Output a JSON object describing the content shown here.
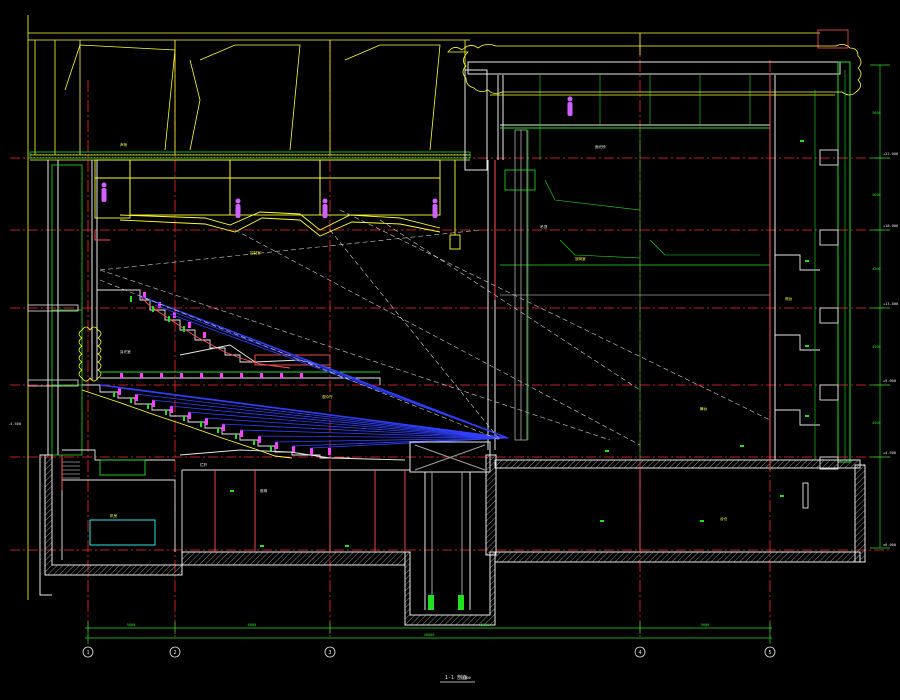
{
  "drawing": {
    "title": "1-1 剖面",
    "title_scale": "1:100",
    "grid_labels": [
      "1",
      "2",
      "3",
      "4",
      "5"
    ],
    "overall_dimension": "40000",
    "bay_dimensions": [
      "9000",
      "6000",
      "6000",
      "9000"
    ],
    "level_labels": [
      "+22.000",
      "+18.000",
      "+13.800",
      "+9.000",
      "+4.500",
      "±0.000",
      "-4.500"
    ],
    "right_dimensions": [
      "3600",
      "4800",
      "4200",
      "4500",
      "4500"
    ],
    "room_tags": [
      "观众厅",
      "舞台",
      "台仓",
      "控制室",
      "侧台",
      "声桥",
      "放映室",
      "机房"
    ],
    "notes": [
      "面光桥",
      "耳光室",
      "座椅",
      "栏杆",
      "吊顶"
    ]
  },
  "colors": {
    "background": "#000000",
    "grid": "#ff2a2a",
    "wall": "#ff5050",
    "white_line": "#e8e8e8",
    "yellow": "#ffff30",
    "green": "#20e020",
    "cyan": "#30ffff",
    "blue": "#3040ff",
    "magenta": "#ff40ff",
    "hatch": "#a0a0a0"
  },
  "icons": [
    "human-figure-icon",
    "grid-bubble-icon"
  ]
}
